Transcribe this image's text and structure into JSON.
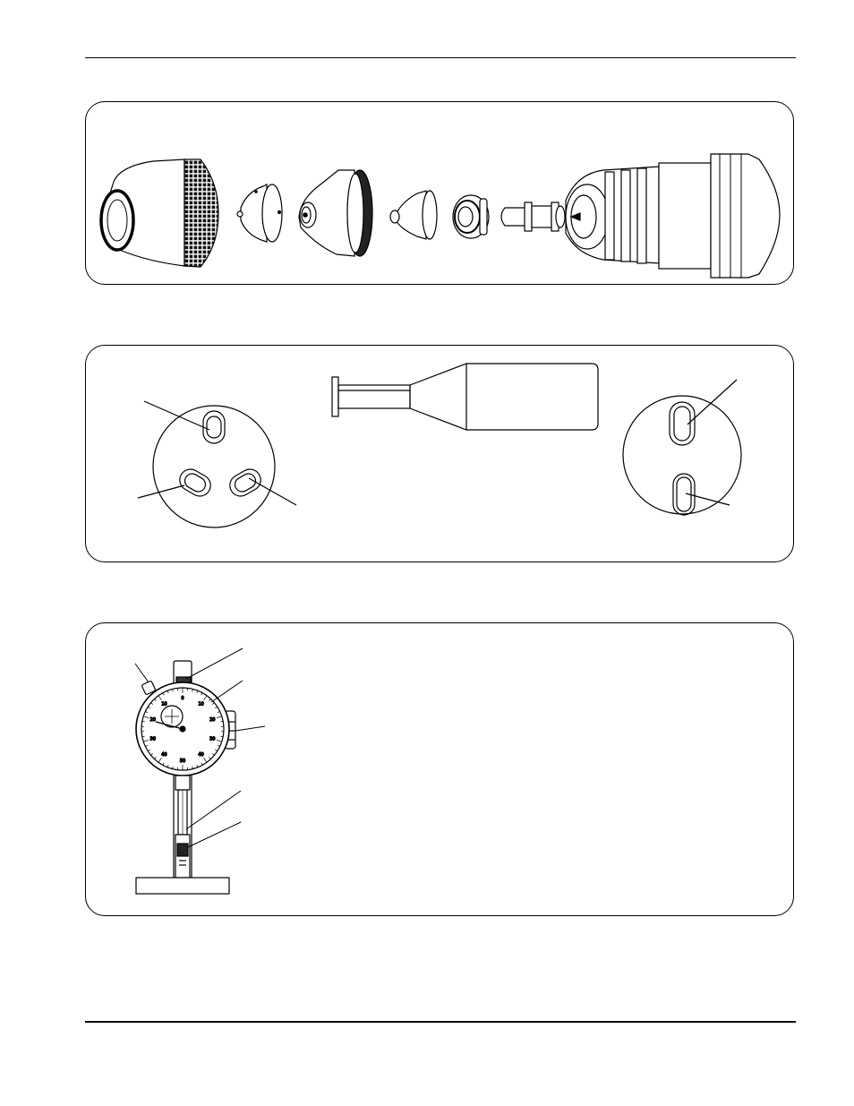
{
  "page": {
    "colors": {
      "ink": "#000000",
      "paper": "#ffffff",
      "shade": "#555555"
    }
  },
  "dial_gauge": {
    "dial_numbers": [
      "0",
      "10",
      "20",
      "30",
      "40",
      "50",
      "40",
      "30",
      "20",
      "10"
    ]
  }
}
